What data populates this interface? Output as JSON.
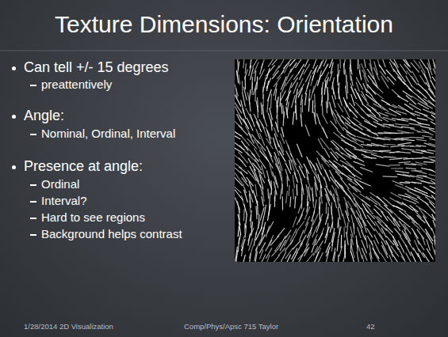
{
  "diagram": {
    "title": "Texture Dimensions: Orientation",
    "labels": [
      "Can tell +/- 15 degrees",
      "preattentively",
      "Angle:",
      "Nominal, Ordinal, Interval",
      "Presence at angle:",
      "Ordinal",
      "Interval?",
      "Hard to see regions",
      "Background helps contrast",
      "1/28/2014 2D Visualization",
      "Comp/Phys/Apsc 715 Taylor",
      "42"
    ]
  }
}
